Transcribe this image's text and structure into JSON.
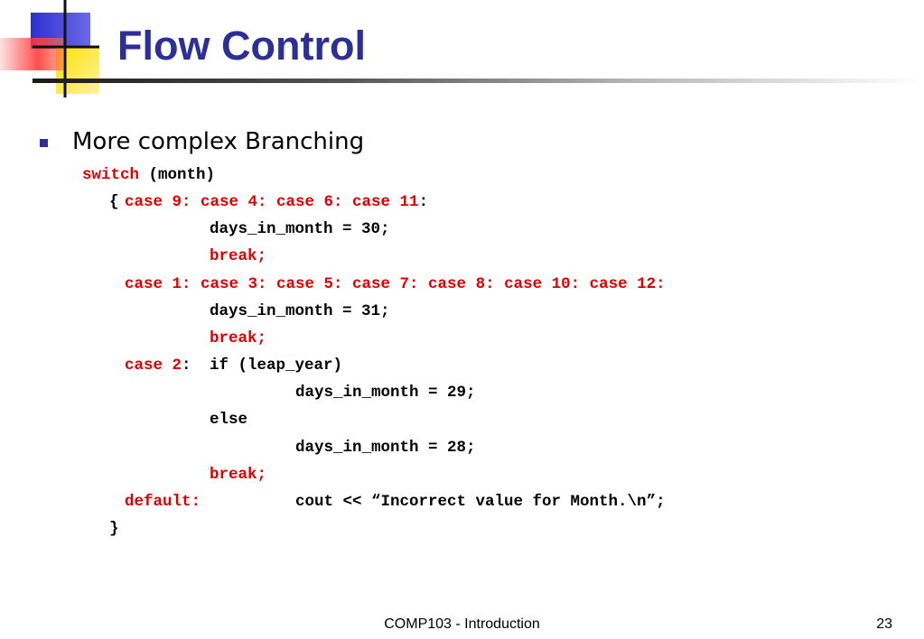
{
  "slide": {
    "title": "Flow Control",
    "bullet": "More complex Branching",
    "code": {
      "l1_kw": "switch",
      "l1_rest": " (month)",
      "l2_brace": "{",
      "l2_cases": "case 9: case 4: case 6: case 11",
      "l2_colon": ":",
      "l3": "days_in_month = 30;",
      "l4": "break;",
      "l5": "case 1: case 3: case 5: case 7: case 8: case 10: case 12:",
      "l6": "days_in_month = 31;",
      "l7": "break;",
      "l8_case": "case 2",
      "l8_colon": ":",
      "l8_if": "if (leap_year)",
      "l9": "days_in_month = 29;",
      "l10": "else",
      "l11": "days_in_month = 28;",
      "l12": "break;",
      "l13_kw": "default:",
      "l13_rest": "cout << “Incorrect value for Month.\\n”;",
      "l14": "}"
    },
    "footer": "COMP103 - Introduction",
    "page_number": "23"
  },
  "colors": {
    "title": "#2e2e99",
    "keyword": "#e00000",
    "logo_blue": "#3a3ad6",
    "logo_yellow": "#ffd700",
    "logo_red": "#ff3b3b"
  }
}
